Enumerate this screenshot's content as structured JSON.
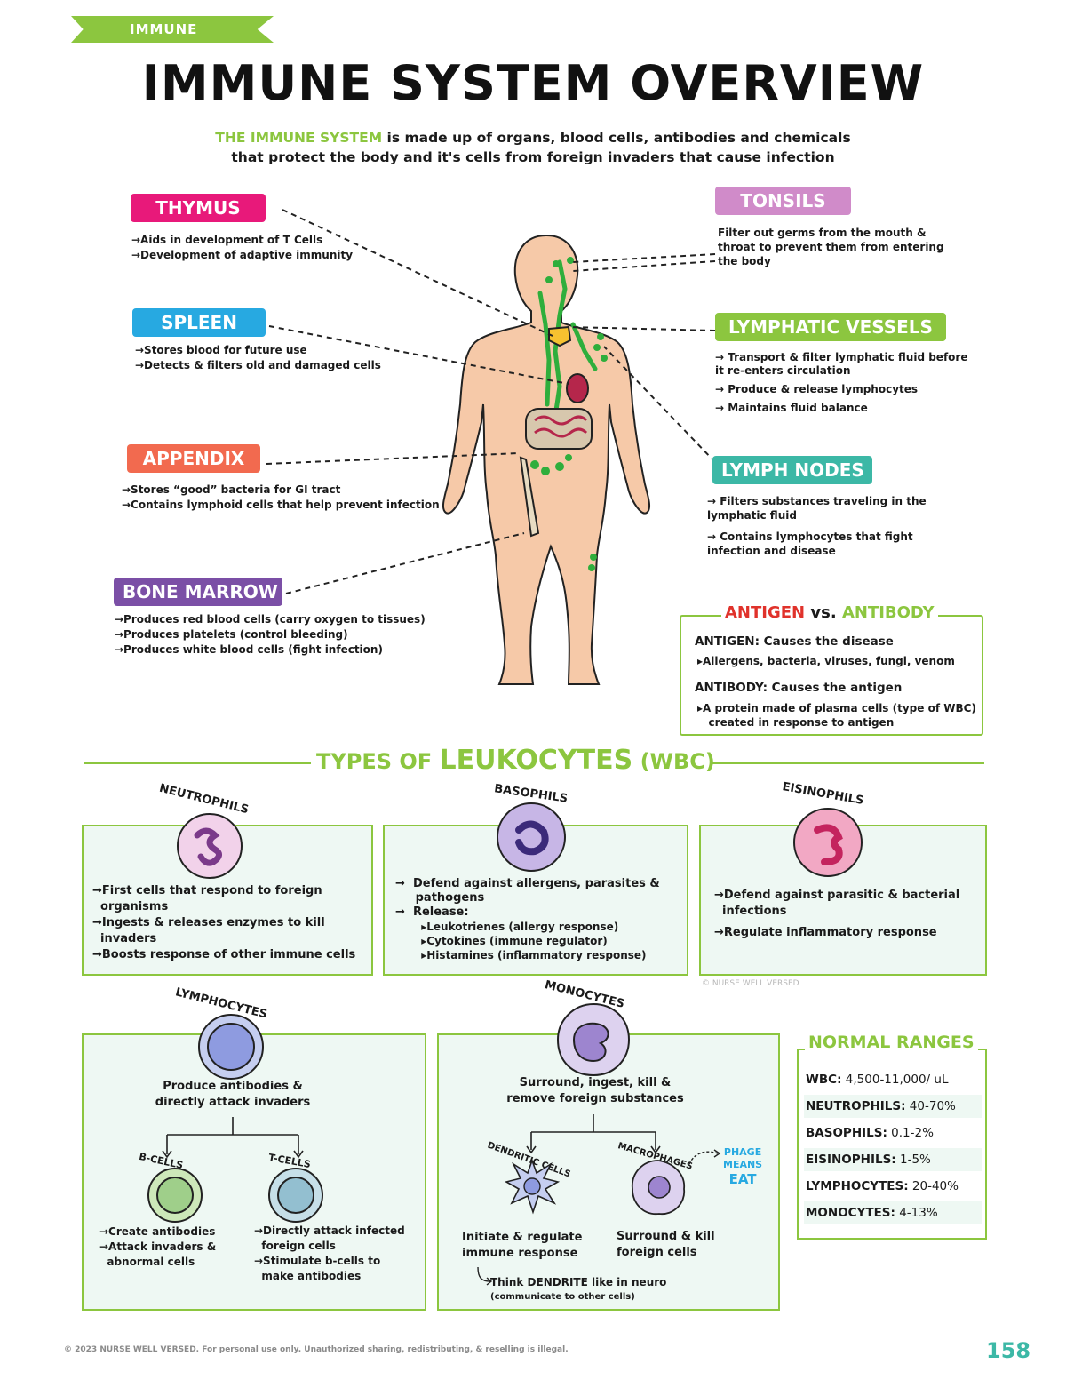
{
  "banner": "IMMUNE",
  "title": "IMMUNE SYSTEM OVERVIEW",
  "intro": {
    "highlight": "THE IMMUNE SYSTEM",
    "line1_rest": " is made up of organs, blood cells, antibodies and chemicals",
    "line2": "that protect the body and it's cells from foreign invaders that cause infection"
  },
  "organs": {
    "thymus": {
      "label": "THYMUS",
      "color": "#e8197a",
      "bullets": [
        "→Aids in development of T Cells",
        "→Development of adaptive immunity"
      ]
    },
    "spleen": {
      "label": "SPLEEN",
      "color": "#27a9e1",
      "bullets": [
        "→Stores blood for future use",
        "→Detects & filters old and damaged cells"
      ]
    },
    "appendix": {
      "label": "APPENDIX",
      "color": "#f26a4f",
      "bullets": [
        "→Stores “good” bacteria for GI tract",
        "→Contains lymphoid cells that help prevent infection"
      ]
    },
    "bone_marrow": {
      "label": "BONE MARROW",
      "color": "#7b4fa6",
      "bullets": [
        "→Produces red blood cells (carry oxygen to tissues)",
        "→Produces platelets (control bleeding)",
        "→Produces white blood cells (fight infection)"
      ]
    },
    "tonsils": {
      "label": "TONSILS",
      "color": "#d08bc9",
      "desc": [
        "Filter out germs from the mouth &",
        "throat to prevent them from entering",
        "the body"
      ]
    },
    "lymphatic_vessels": {
      "label": "LYMPHATIC VESSELS",
      "color": "#8cc63f",
      "bullets": [
        "→  Transport & filter lymphatic fluid before",
        "     it re-enters circulation",
        "→  Produce & release lymphocytes",
        "→  Maintains fluid balance"
      ]
    },
    "lymph_nodes": {
      "label": "LYMPH NODES",
      "color": "#3cb8a6",
      "bullets": [
        "→  Filters substances traveling in the",
        "     lymphatic fluid",
        "→  Contains lymphocytes that fight",
        "     infection and disease"
      ]
    }
  },
  "antigen_box": {
    "title_a": "ANTIGEN",
    "title_vs": " vs. ",
    "title_b": "ANTIBODY",
    "antigen_label": "ANTIGEN:",
    "antigen_def": " Causes the disease",
    "antigen_ex": "▸Allergens, bacteria, viruses, fungi, venom",
    "antibody_label": "ANTIBODY:",
    "antibody_def": " Causes the antigen",
    "antibody_ex1": "▸A protein made of plasma cells (type of WBC)",
    "antibody_ex2": "   created in response to antigen"
  },
  "wbc_title": {
    "a": "TYPES OF ",
    "b": "LEUKOCYTES",
    "c": " (WBC)"
  },
  "neutrophils": {
    "name": "NEUTROPHILS",
    "lines": [
      "→First cells that respond to foreign",
      "  organisms",
      "→Ingests & releases enzymes to kill",
      "  invaders",
      "→Boosts response of other immune cells"
    ]
  },
  "basophils": {
    "name": "BASOPHILS",
    "lines": [
      "→  Defend against allergens, parasites &",
      "     pathogens",
      "→  Release:",
      "       ▸Leukotrienes (allergy response)",
      "       ▸Cytokines (immune regulator)",
      "       ▸Histamines (inflammatory response)"
    ]
  },
  "eisinophils": {
    "name": "EISINOPHILS",
    "lines": [
      "→Defend against parasitic & bacterial",
      "  infections",
      "→Regulate inflammatory response"
    ]
  },
  "watermark": "© NURSE WELL VERSED",
  "lymphocytes": {
    "name": "LYMPHOCYTES",
    "desc": [
      "Produce antibodies &",
      "directly attack invaders"
    ],
    "bcells": {
      "name": "B-CELLS",
      "lines": [
        "→Create antibodies",
        "→Attack invaders &",
        "  abnormal cells"
      ]
    },
    "tcells": {
      "name": "T-CELLS",
      "lines": [
        "→Directly attack infected",
        "  foreign cells",
        "→Stimulate b-cells to",
        "  make antibodies"
      ]
    }
  },
  "monocytes": {
    "name": "MONOCYTES",
    "desc": [
      "Surround, ingest, kill &",
      "remove foreign substances"
    ],
    "dendritic": {
      "name": "DENDRITIC CELLS",
      "lines": [
        "Initiate & regulate",
        "immune response"
      ]
    },
    "macrophages": {
      "name": "MACROPHAGES",
      "lines": [
        "Surround & kill",
        "foreign cells"
      ]
    },
    "phage_note": [
      "PHAGE",
      "MEANS",
      "EAT"
    ],
    "dendrite_note": "Think DENDRITE like in neuro",
    "dendrite_sub": "(communicate to other cells)"
  },
  "normal_ranges": {
    "title": "NORMAL RANGES",
    "rows": [
      {
        "label": "WBC:",
        "value": " 4,500-11,000/ uL"
      },
      {
        "label": "NEUTROPHILS:",
        "value": " 40-70%"
      },
      {
        "label": "BASOPHILS:",
        "value": " 0.1-2%"
      },
      {
        "label": "EISINOPHILS:",
        "value": " 1-5%"
      },
      {
        "label": "LYMPHOCYTES:",
        "value": " 20-40%"
      },
      {
        "label": "MONOCYTES:",
        "value": " 4-13%"
      }
    ]
  },
  "footer": "© 2023 NURSE WELL VERSED. For personal use only. Unauthorized sharing, redistributing, & reselling is illegal.",
  "page_number": "158"
}
